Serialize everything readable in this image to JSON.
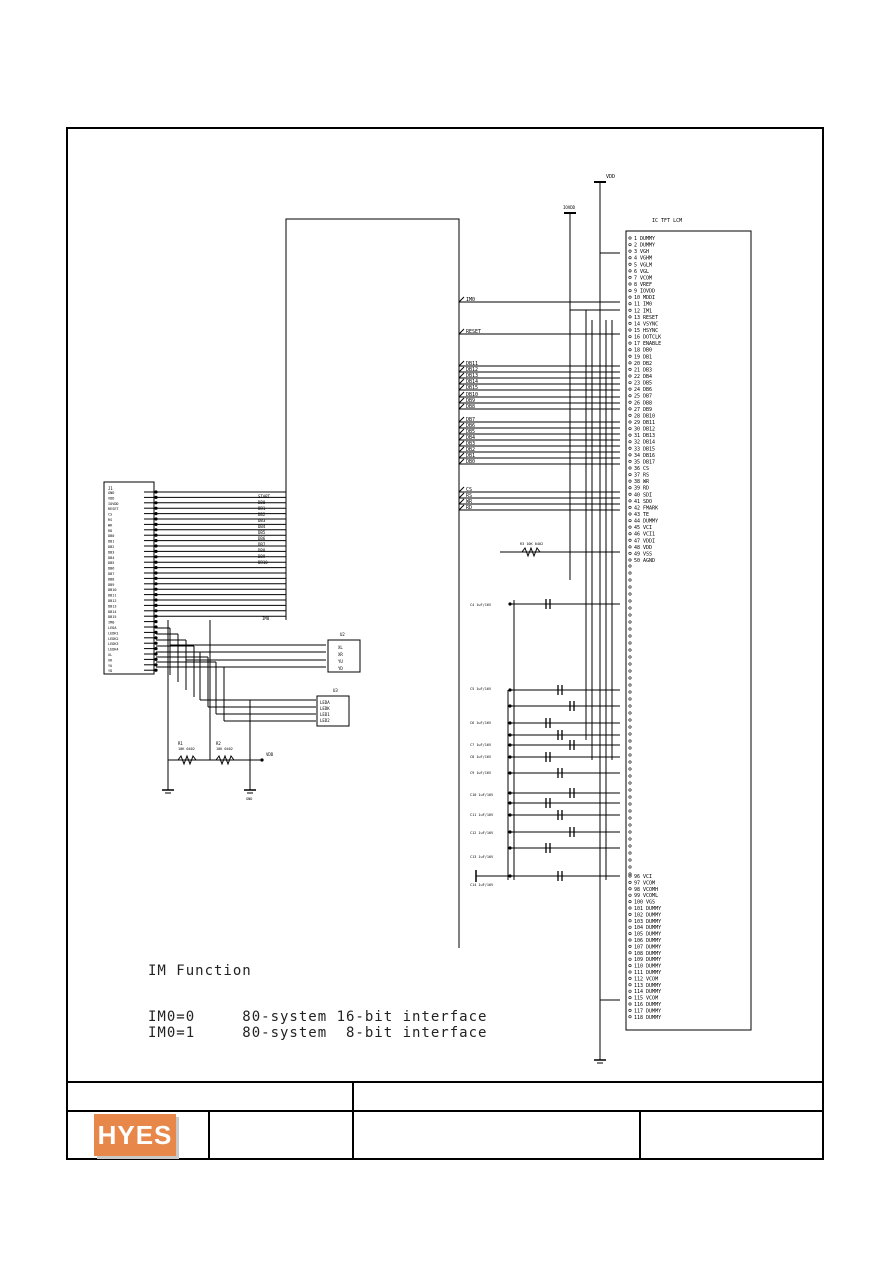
{
  "schematic": {
    "power_label": "VDD",
    "sub_power_label": "IOVDD",
    "ic_title": "IC  TFT LCM",
    "left_conn_title": "J1",
    "ic_pins": [
      "1  DUMMY",
      "2  DUMMY",
      "3  VGH",
      "4  VGHM",
      "5  VGLM",
      "6  VGL",
      "7  VCOM",
      "8  VREF",
      "9  IOVDD",
      "10 MDDI",
      "11 IM0",
      "12 IM1",
      "13 RESET",
      "14 VSYNC",
      "15 HSYNC",
      "16 DOTCLK",
      "17 ENABLE",
      "18 DB0",
      "19 DB1",
      "20 DB2",
      "21 DB3",
      "22 DB4",
      "23 DB5",
      "24 DB6",
      "25 DB7",
      "26 DB8",
      "27 DB9",
      "28 DB10",
      "29 DB11",
      "30 DB12",
      "31 DB13",
      "32 DB14",
      "33 DB15",
      "34 DB16",
      "35 DB17",
      "36 CS",
      "37 RS",
      "38 WR",
      "39 RD",
      "40 SDI",
      "41 SDO",
      "42 FMARK",
      "43 TE",
      "44 DUMMY",
      "45 VCI",
      "46 VCI1",
      "47 VDDI",
      "48 VDD",
      "49 VSS",
      "50 AGND"
    ],
    "ic_pins_lower": [
      "96 VCI",
      "97 VCOM",
      "98 VCOMH",
      "99 VCOML",
      "100 VGS",
      "101 DUMMY",
      "102 DUMMY",
      "103 DUMMY",
      "104 DUMMY",
      "105 DUMMY",
      "106 DUMMY",
      "107 DUMMY",
      "108 DUMMY",
      "109 DUMMY",
      "110 DUMMY",
      "111 DUMMY",
      "112 VCOM",
      "113 DUMMY",
      "114 DUMMY",
      "115 VCOM",
      "116 DUMMY",
      "117 DUMMY",
      "118 DUMMY"
    ],
    "mid_signals": [
      "IM0",
      "RESET",
      "DB11",
      "DB12",
      "DB13",
      "DB14",
      "DB15",
      "DB10",
      "DB9",
      "DB8",
      "DB7",
      "DB6",
      "DB5",
      "DB4",
      "DB3",
      "DB2",
      "DB1",
      "DB0",
      "CS",
      "RS",
      "WR",
      "RD"
    ],
    "left_conn_pins": [
      "GND",
      "VDD",
      "IOVDD",
      "RESET",
      "CS",
      "RS",
      "WR",
      "RD",
      "DB0",
      "DB1",
      "DB2",
      "DB3",
      "DB4",
      "DB5",
      "DB6",
      "DB7",
      "DB8",
      "DB9",
      "DB10",
      "DB11",
      "DB12",
      "DB13",
      "DB14",
      "DB15",
      "IM0",
      "LEDA",
      "LEDK1",
      "LEDK2",
      "LEDK3",
      "LEDK4",
      "XL",
      "XR",
      "YU",
      "YD"
    ],
    "side_labels": [
      "START",
      "DB0",
      "DB1",
      "DB2",
      "DB3",
      "DB4",
      "DB5",
      "DB6",
      "DB7",
      "DB8",
      "DB9",
      "DB10"
    ],
    "u2_pins": [
      "XL",
      "XR",
      "YU",
      "YD"
    ],
    "u3_pins": [
      "LEDA",
      "LEDK",
      "LED1",
      "LED2"
    ],
    "resistors": [
      {
        "name": "R1",
        "value": "10K 0402"
      },
      {
        "name": "R2",
        "value": "10K 0402"
      }
    ],
    "cap_labels": [
      "C4 1uF/16V",
      "C5 1uF/16V",
      "C6 1uF/16V",
      "C7 1uF/16V",
      "C8 1uF/16V",
      "C9 1uF/16V",
      "C10 1uF/16V",
      "C11 1uF/16V",
      "C12 1uF/16V",
      "C13 1uF/16V",
      "C14 1uF/16V"
    ],
    "gnd_label": "GND",
    "vdd_node": "VDD"
  },
  "notes": {
    "heading": "IM Function",
    "line1": "IM0=0     80-system 16-bit interface",
    "line2": "IM0=1     80-system  8-bit interface"
  },
  "title_block": {
    "logo_text": "HYES"
  }
}
